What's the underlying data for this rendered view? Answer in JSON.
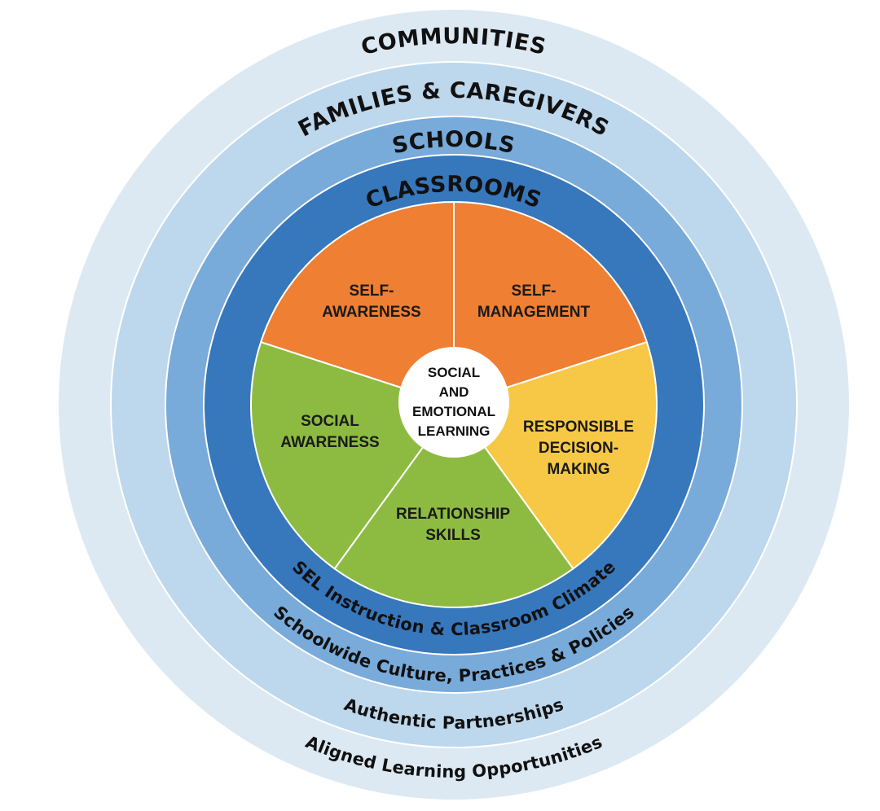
{
  "rings": {
    "communities": {
      "title": "COMMUNITIES",
      "subtitle": "Aligned Learning Opportunities",
      "color": "#DCE9F3"
    },
    "families": {
      "title": "FAMILIES & CAREGIVERS",
      "subtitle": "Authentic Partnerships",
      "color": "#BDD7EC"
    },
    "schools": {
      "title": "SCHOOLS",
      "subtitle": "Schoolwide Culture, Practices  & Policies",
      "color": "#78AADA"
    },
    "classrooms": {
      "title": "CLASSROOMS",
      "subtitle": "SEL Instruction & Classroom Climate",
      "color": "#3777BC"
    }
  },
  "center": {
    "lines": [
      "SOCIAL",
      "AND",
      "EMOTIONAL",
      "LEARNING"
    ]
  },
  "competencies": [
    {
      "lines": [
        "SELF-",
        "MANAGEMENT"
      ],
      "color": "#EE7F33"
    },
    {
      "lines": [
        "RESPONSIBLE",
        "DECISION-",
        "MAKING"
      ],
      "color": "#F7C846"
    },
    {
      "lines": [
        "RELATIONSHIP",
        "SKILLS"
      ],
      "color": "#8DBB41"
    },
    {
      "lines": [
        "SOCIAL",
        "AWARENESS"
      ],
      "color": "#8DBB41"
    },
    {
      "lines": [
        "SELF-",
        "AWARENESS"
      ],
      "color": "#EE7F33"
    }
  ]
}
